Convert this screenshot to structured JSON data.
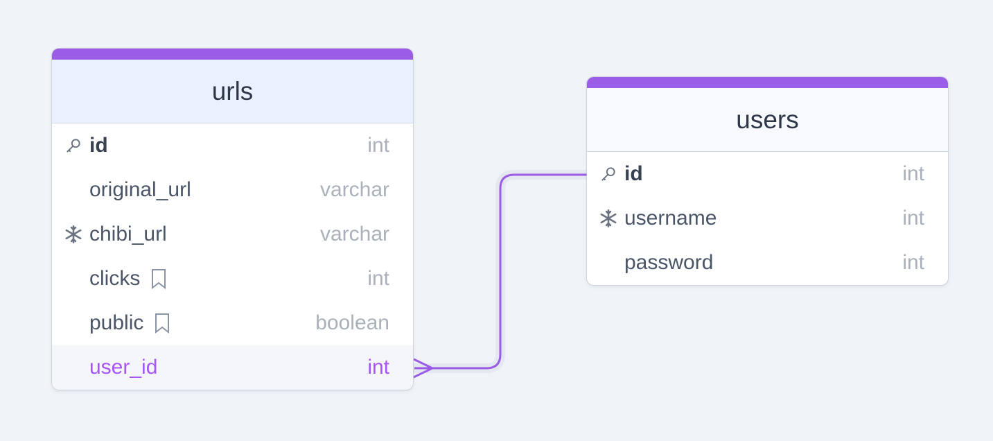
{
  "tables": {
    "urls": {
      "title": "urls",
      "rows": [
        {
          "name": "id",
          "type": "int",
          "icon": "key-icon"
        },
        {
          "name": "original_url",
          "type": "varchar"
        },
        {
          "name": "chibi_url",
          "type": "varchar",
          "icon": "snowflake-icon"
        },
        {
          "name": "clicks",
          "type": "int",
          "note": "bookmark-icon"
        },
        {
          "name": "public",
          "type": "boolean",
          "note": "bookmark-icon"
        },
        {
          "name": "user_id",
          "type": "int",
          "highlighted": true
        }
      ]
    },
    "users": {
      "title": "users",
      "rows": [
        {
          "name": "id",
          "type": "int",
          "icon": "key-icon"
        },
        {
          "name": "username",
          "type": "int",
          "icon": "snowflake-icon"
        },
        {
          "name": "password",
          "type": "int"
        }
      ]
    }
  },
  "relationship": {
    "from": "urls.user_id",
    "to": "users.id",
    "cardinality": "many-to-one"
  },
  "colors": {
    "accent": "#9b5de5",
    "foreign_key": "#a855f7",
    "background": "#f0f4f8"
  }
}
